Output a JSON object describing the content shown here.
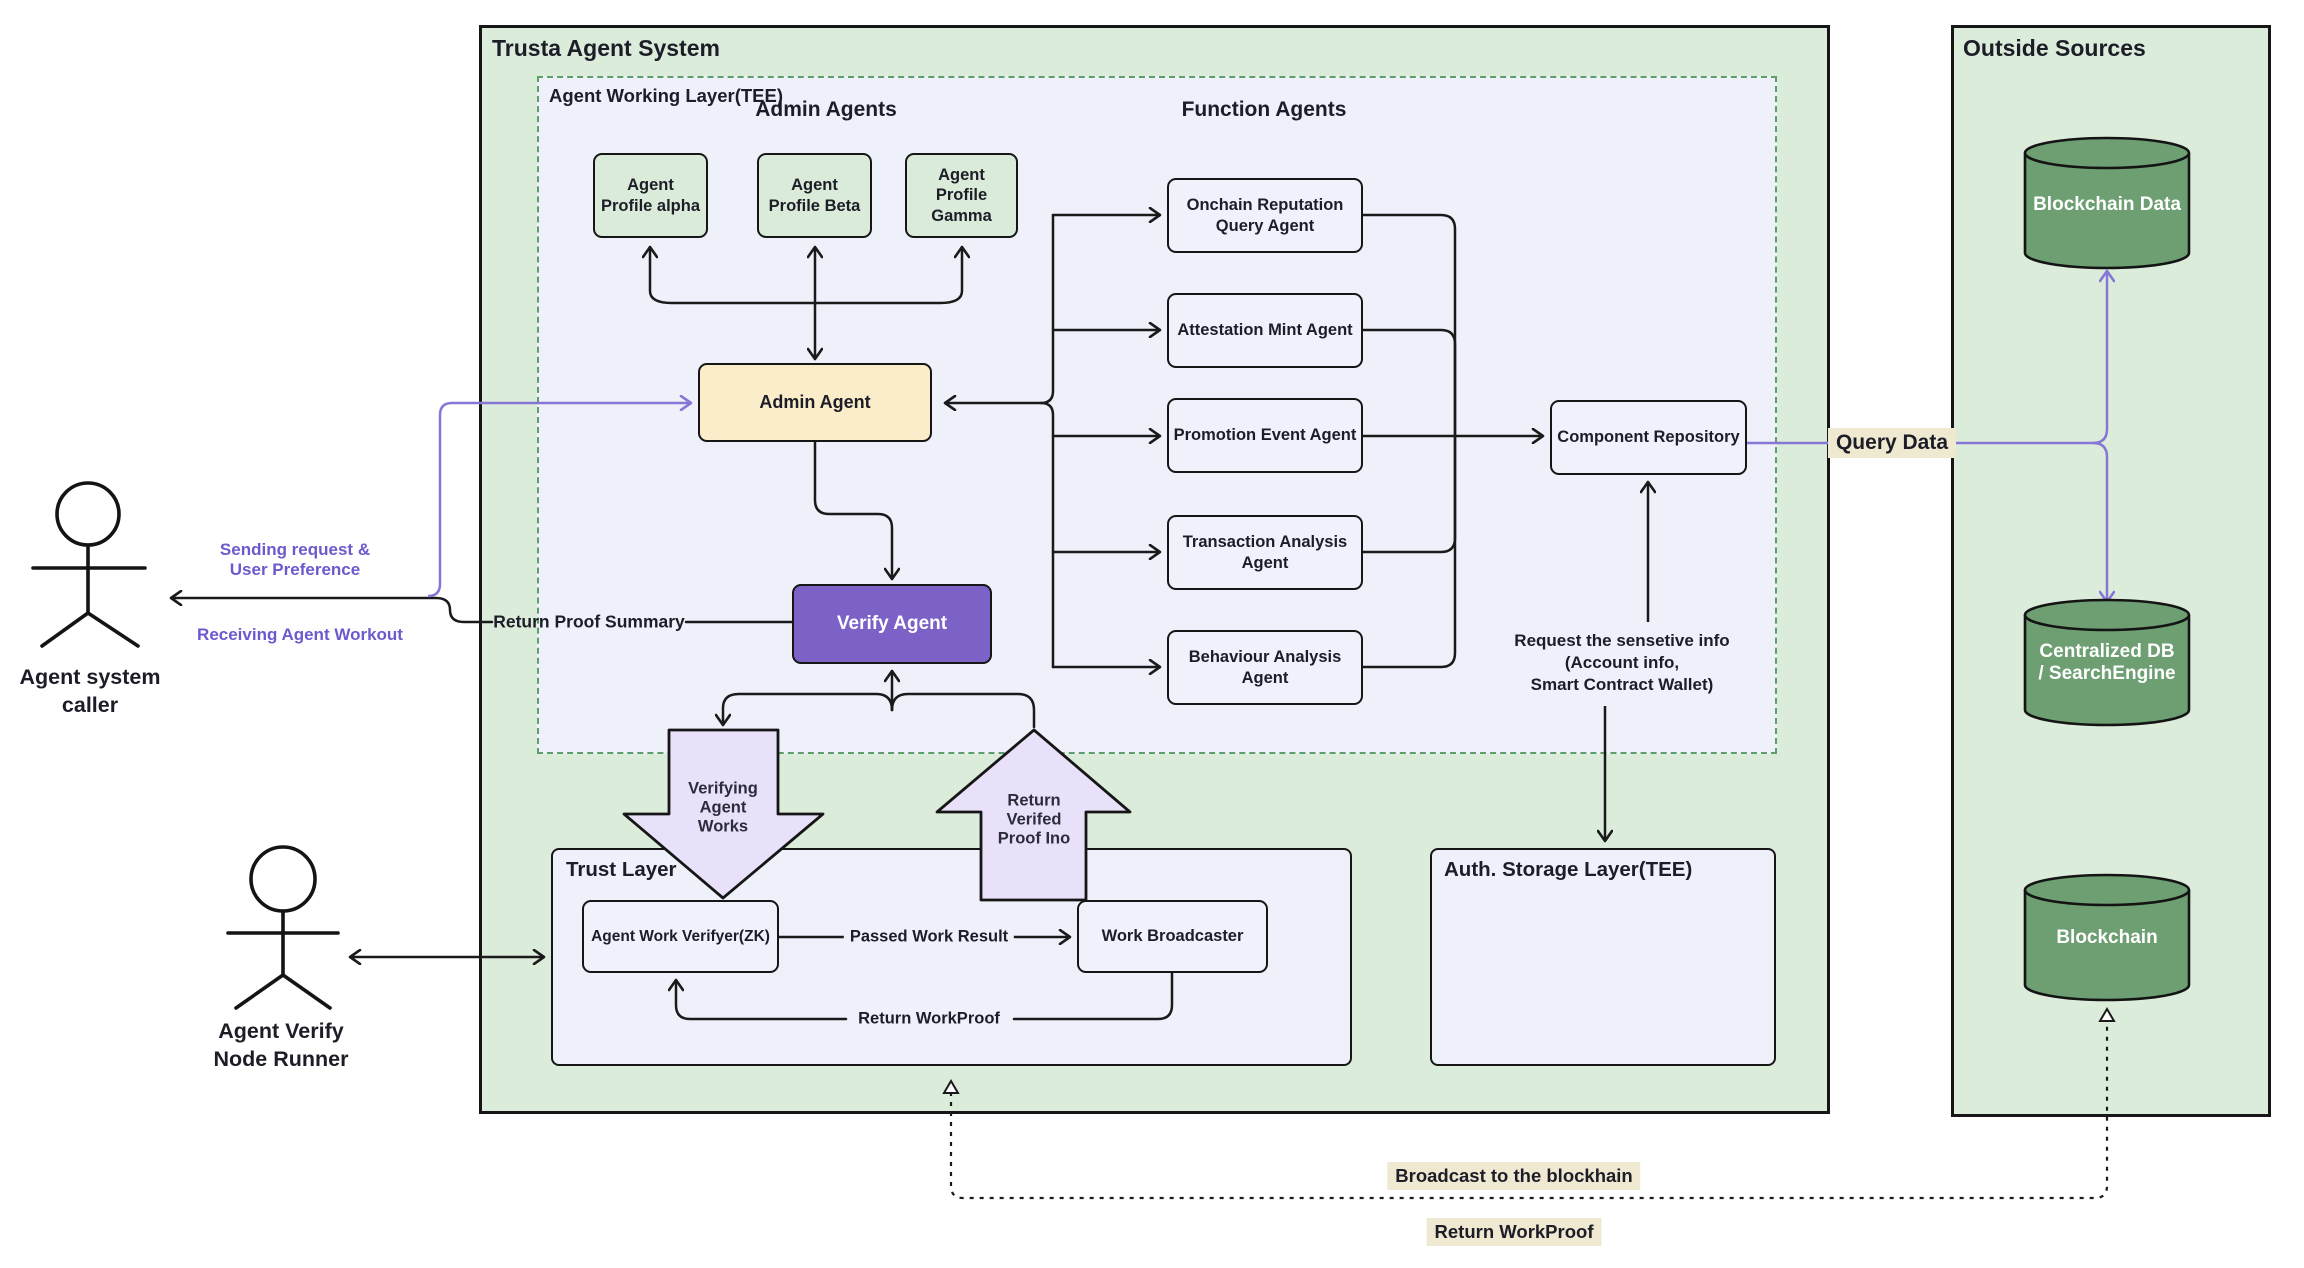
{
  "colors": {
    "panel_green": "#dcecdb",
    "layer_blue": "#eef1fa",
    "profile_green": "#daecd9",
    "admin_cream": "#fbecca",
    "verify_purple": "#7c61c6",
    "block_arrow_lavender": "#e9e1f9",
    "cylinder_green": "#6d9f72",
    "line_black": "#1a1a1a",
    "line_purple": "#8677d6",
    "label_beige": "#f0e9d2"
  },
  "trusta_panel": {
    "title": "Trusta Agent System"
  },
  "working_layer": {
    "label": "Agent Working Layer(TEE)",
    "admin_heading": "Admin Agents",
    "function_heading": "Function Agents"
  },
  "admin_profiles": {
    "alpha": "Agent\nProfile alpha",
    "beta": "Agent\nProfile Beta",
    "gamma": "Agent\nProfile\nGamma"
  },
  "admin_agent": {
    "label": "Admin Agent"
  },
  "verify_agent": {
    "label": "Verify Agent"
  },
  "function_agents": {
    "onchain": "Onchain Reputation\nQuery Agent",
    "attestation": "Attestation Mint Agent",
    "promotion": "Promotion Event Agent",
    "transaction": "Transaction Analysis\nAgent",
    "behaviour": "Behaviour Analysis\nAgent"
  },
  "component_repository": {
    "label": "Component Repository"
  },
  "block_arrows": {
    "down_label": "Verifying\nAgent\nWorks",
    "up_label": "Return\nVerifed\nProof Ino"
  },
  "trust_layer": {
    "title": "Trust Layer",
    "verifier": "Agent Work Verifyer(ZK)",
    "broadcaster": "Work Broadcaster",
    "passed_work_result": "Passed Work Result",
    "return_workproof": "Return WorkProof"
  },
  "auth_storage": {
    "title": "Auth. Storage Layer(TEE)"
  },
  "outside_sources": {
    "title": "Outside Sources",
    "blockchain_data": "Blockchain Data",
    "centralized_db": "Centralized DB\n/ SearchEngine",
    "blockchain": "Blockchain"
  },
  "actors": {
    "caller": "Agent system\ncaller",
    "node_runner": "Agent Verify\nNode Runner"
  },
  "edge_labels": {
    "sending_request": "Sending request &\nUser Preference",
    "receiving_workout": "Receiving Agent Workout",
    "return_proof_summary": "Return Proof Summary",
    "query_data": "Query Data",
    "request_sensitive_info": "Request the sensetive info\n(Account info,\nSmart Contract Wallet)",
    "broadcast_blockchain": "Broadcast to the blockhain",
    "return_workproof": "Return WorkProof"
  }
}
